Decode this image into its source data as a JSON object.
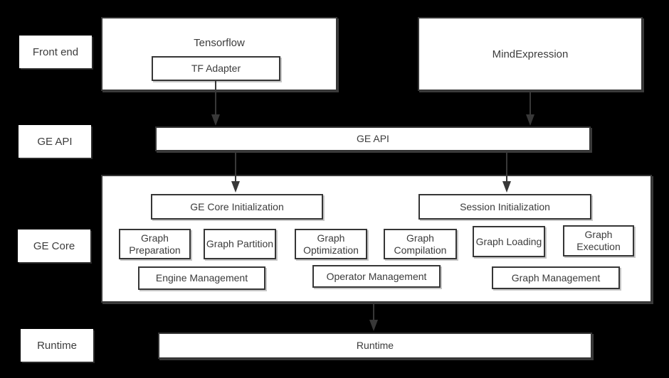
{
  "canvas": {
    "background_color": "#000000",
    "box_fill_color": "#ffffff",
    "border_color": "#363636",
    "text_color": "#3c3c3c",
    "arrow_color": "#383838"
  },
  "row_labels": [
    {
      "id": "front-end",
      "label": "Front end"
    },
    {
      "id": "ge-api",
      "label": "GE API"
    },
    {
      "id": "ge-core",
      "label": "GE Core"
    },
    {
      "id": "runtime",
      "label": "Runtime"
    }
  ],
  "nodes": {
    "tensorflow": "Tensorflow",
    "tf_adapter": "TF Adapter",
    "mindexpression": "MindExpression",
    "ge_api_bar": "GE API",
    "ge_core_init": "GE Core Initialization",
    "session_init": "Session Initialization",
    "graph_preparation": "Graph Preparation",
    "graph_partition": "Graph Partition",
    "graph_optimization": "Graph Optimization",
    "graph_compilation": "Graph Compilation",
    "graph_loading": "Graph Loading",
    "graph_execution": "Graph Execution",
    "engine_management": "Engine Management",
    "operator_management": "Operator Management",
    "graph_management": "Graph Management",
    "runtime_bar": "Runtime"
  },
  "arrows": [
    {
      "id": "arrow-tf",
      "from": "TF Adapter",
      "to": "GE API"
    },
    {
      "id": "arrow-mind",
      "from": "MindExpression",
      "to": "GE API"
    },
    {
      "id": "arrow-geapi-left",
      "from": "GE API",
      "to": "GE Core Initialization"
    },
    {
      "id": "arrow-geapi-right",
      "from": "GE API",
      "to": "Session Initialization"
    },
    {
      "id": "arrow-runtime",
      "from": "GE Core",
      "to": "Runtime"
    }
  ]
}
